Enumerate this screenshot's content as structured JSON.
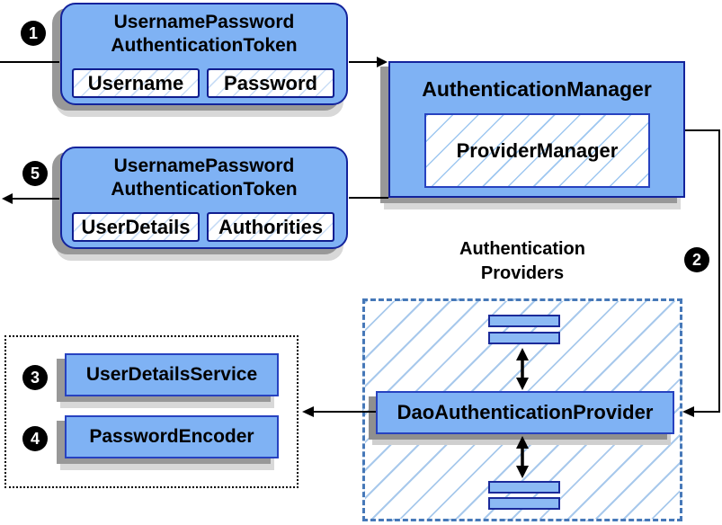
{
  "steps": [
    "1",
    "2",
    "3",
    "4",
    "5"
  ],
  "token_request": {
    "title": "UsernamePassword\nAuthenticationToken",
    "fields": [
      "Username",
      "Password"
    ]
  },
  "auth_manager": {
    "title": "AuthenticationManager",
    "inner": "ProviderManager"
  },
  "token_response": {
    "title": "UsernamePassword\nAuthenticationToken",
    "fields": [
      "UserDetails",
      "Authorities"
    ]
  },
  "providers": {
    "label": "Authentication\nProviders",
    "dao": "DaoAuthenticationProvider"
  },
  "services": {
    "items": [
      "UserDetailsService",
      "PasswordEncoder"
    ]
  },
  "colors": {
    "box_fill": "#7fb2f4",
    "box_border": "#13239c",
    "inner_border": "#2742c0",
    "hatch_line": "#a8c9ec",
    "region_dashed_border": "#4678b8",
    "services_dotted_border": "#000000",
    "connector": "#000000",
    "shadow_dark": "#989898",
    "shadow_light": "#d8d8d8",
    "badge_bg": "#000000",
    "badge_text": "#ffffff"
  }
}
